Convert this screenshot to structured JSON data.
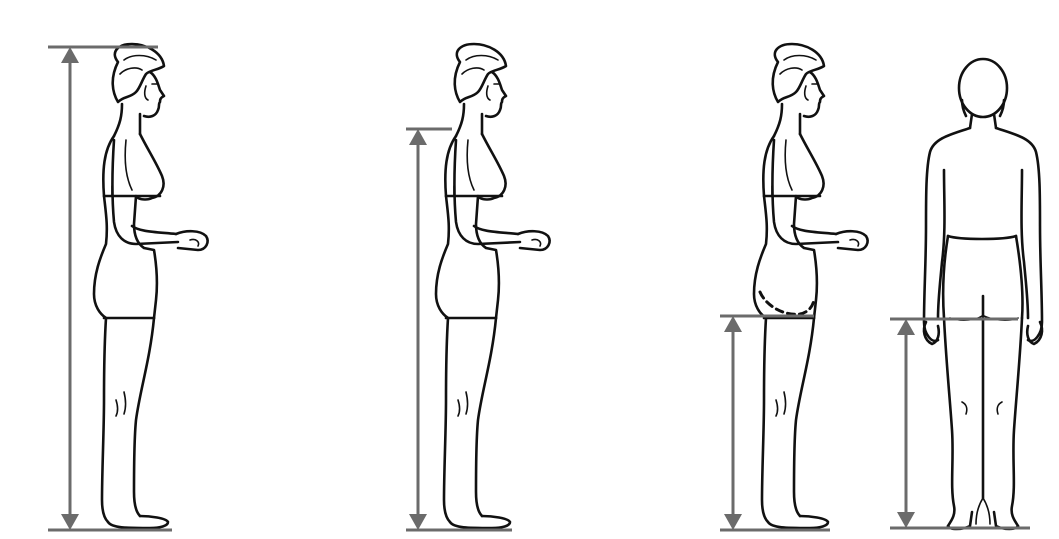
{
  "diagram": {
    "figures": [
      {
        "view": "side",
        "measurement": "full-height"
      },
      {
        "view": "side",
        "measurement": "shoulder-height"
      },
      {
        "view": "side",
        "measurement": "gluteal-fold-height"
      },
      {
        "view": "back",
        "measurement": "gluteal-fold-height"
      }
    ],
    "colors": {
      "outline": "#111111",
      "measure_line": "#6b6b6b",
      "background": "#ffffff"
    }
  }
}
